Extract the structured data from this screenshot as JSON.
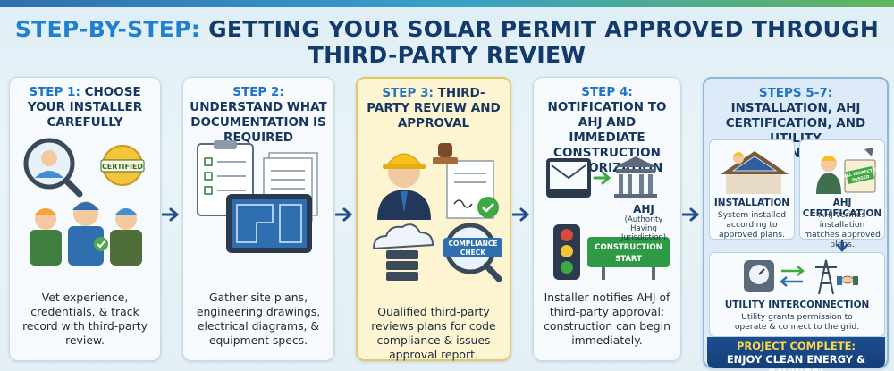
{
  "title": {
    "prefix": "STEP-BY-STEP:",
    "main": "GETTING YOUR SOLAR PERMIT APPROVED THROUGH THIRD-PARTY REVIEW"
  },
  "steps": [
    {
      "number": "STEP 1:",
      "heading": "CHOOSE YOUR INSTALLER CAREFULLY",
      "badge": "CERTIFIED",
      "body": "Vet experience, credentials, & track record with third-party review."
    },
    {
      "number": "STEP 2:",
      "heading": "UNDERSTAND WHAT DOCUMENTATION IS REQUIRED",
      "body": "Gather site plans, engineering drawings, electrical diagrams, & equipment specs."
    },
    {
      "number": "STEP 3:",
      "heading": "THIRD-PARTY REVIEW AND APPROVAL",
      "badge": "COMPLIANCE CHECK",
      "body": "Qualified third-party reviews plans for code compliance & issues approval report."
    },
    {
      "number": "STEP 4:",
      "heading": "NOTIFICATION TO AHJ AND IMMEDIATE CONSTRUCTION AUTHORIZATION",
      "ahj_label": "AHJ",
      "ahj_sub": "(Authority Having Jurisdiction)",
      "sign": "CONSTRUCTION START",
      "body": "Installer notifies AHJ of third-party approval; construction can begin immediately."
    },
    {
      "number": "STEPS 5-7:",
      "heading": "INSTALLATION, AHJ CERTIFICATION, AND UTILITY INTERCONNECTION",
      "installation": {
        "title": "INSTALLATION",
        "body": "System installed according to approved plans."
      },
      "certification": {
        "title": "AHJ CERTIFICATION",
        "body": "AHJ verifies installation matches approved plans.",
        "stamp": "FINAL INSPECTION PASSED"
      },
      "interconnection": {
        "title": "UTILITY INTERCONNECTION",
        "body": "Utility grants permission to operate & connect to the grid."
      },
      "footer": {
        "line1": "PROJECT COMPLETE:",
        "line2": "ENJOY CLEAN ENERGY & SAVINGS!"
      }
    }
  ],
  "colors": {
    "title": "#123a6b",
    "accent": "#1f7fd1",
    "highlight_card": "#fdf5d2",
    "final_card": "#dcebf7",
    "footer": "#1b4f8f"
  }
}
